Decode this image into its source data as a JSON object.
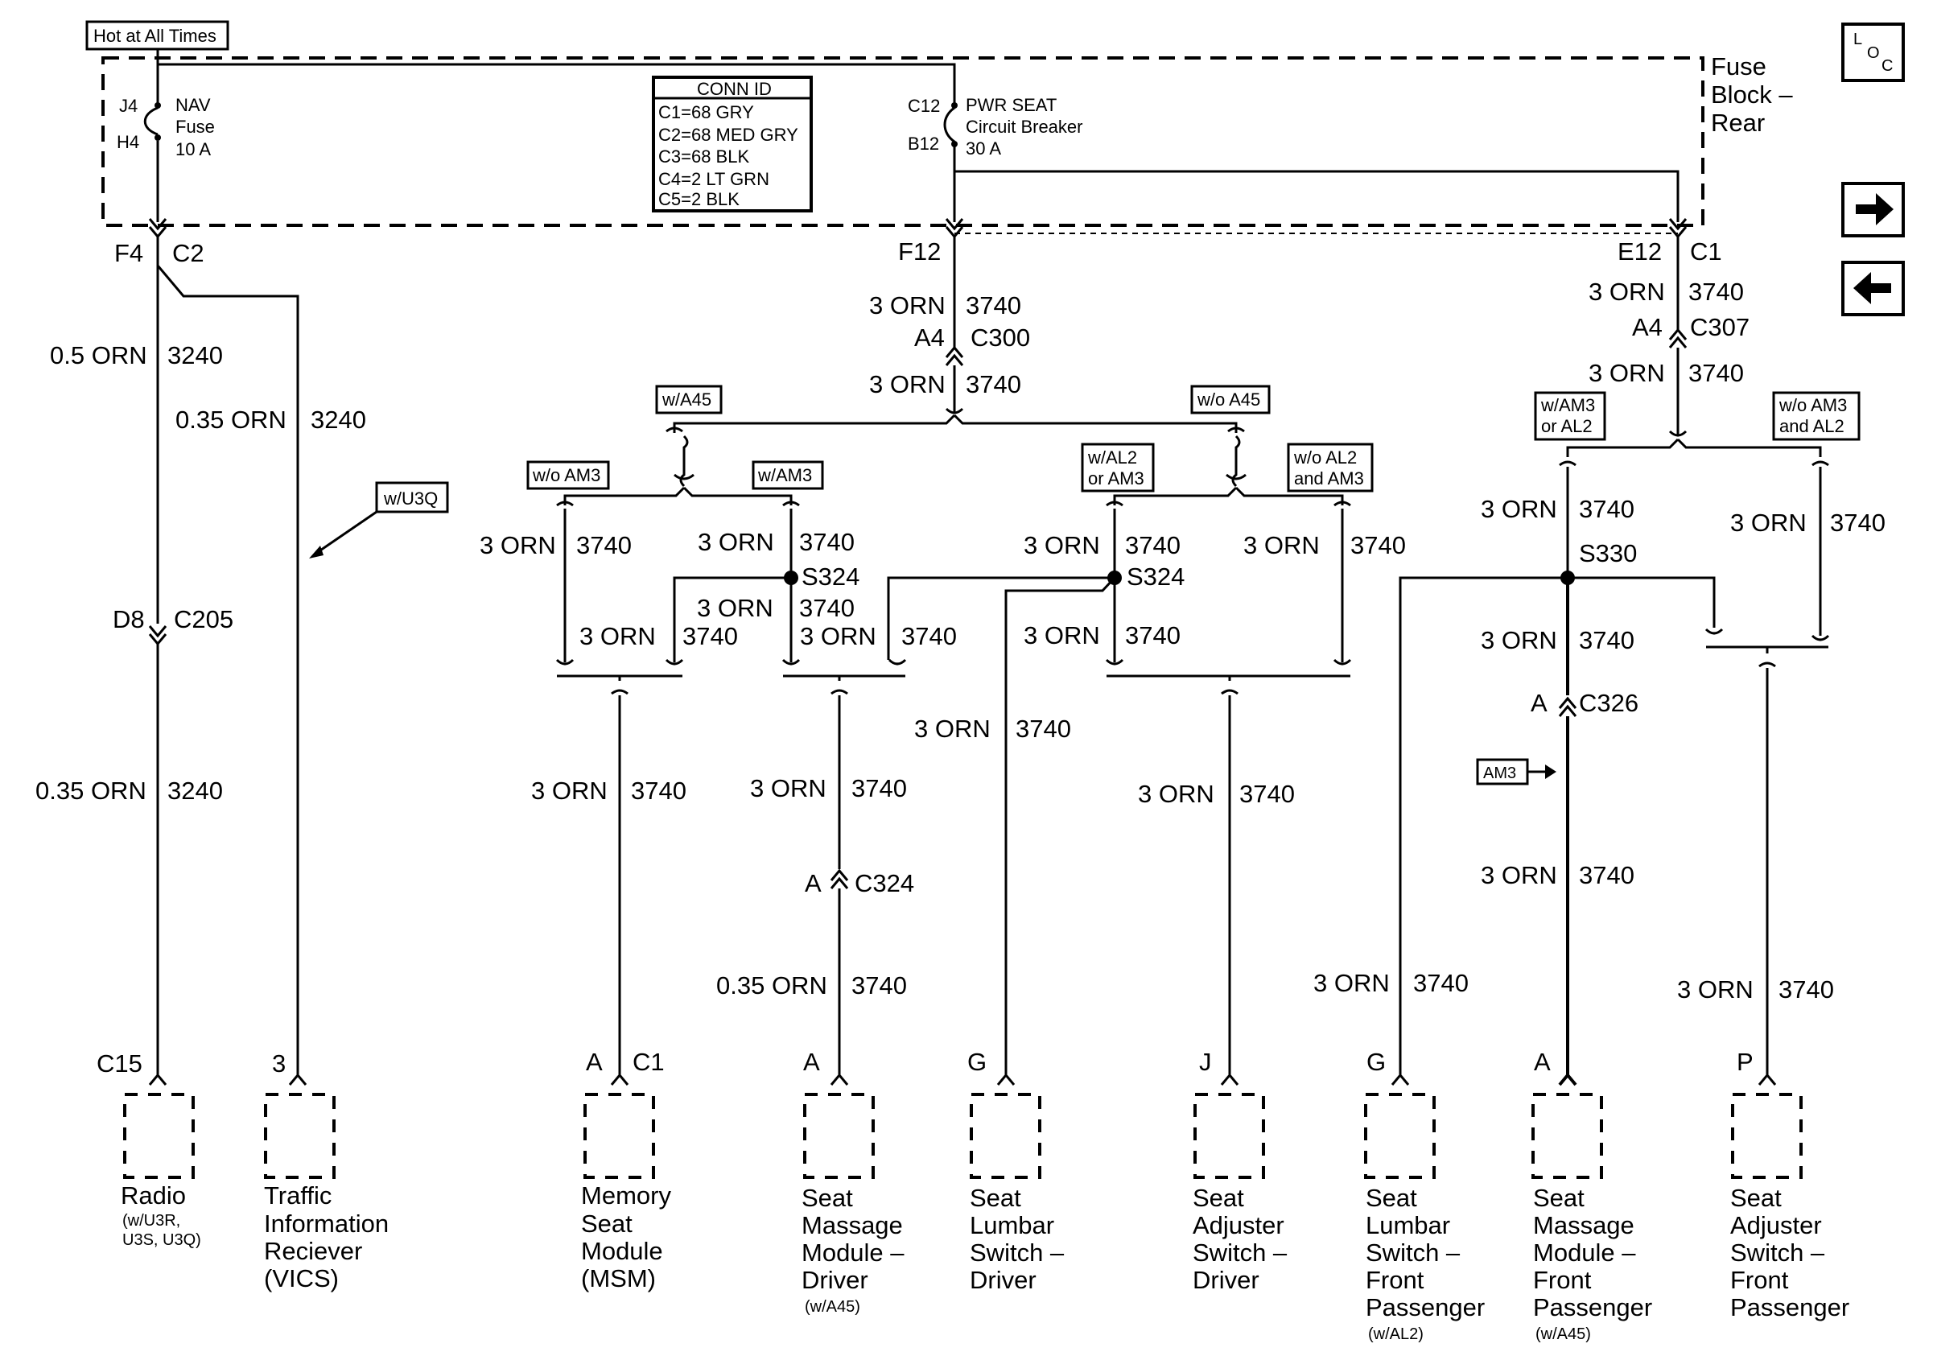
{
  "source": {
    "hot_label": "Hot at All Times",
    "fuse_block": [
      "Fuse",
      "Block –",
      "Rear"
    ],
    "nav_fuse": {
      "pin_top": "J4",
      "pin_bottom": "H4",
      "name": [
        "NAV",
        "Fuse",
        "10 A"
      ]
    },
    "cb": {
      "pin_top": "C12",
      "pin_bottom": "B12",
      "name": [
        "PWR SEAT",
        "Circuit Breaker",
        "30 A"
      ]
    },
    "conn_id": {
      "title": "CONN ID",
      "rows": [
        "C1=68 GRY",
        "C2=68 MED GRY",
        "C3=68 BLK",
        "C4=2 LT GRN",
        "C5=2 BLK"
      ]
    }
  },
  "nav": {
    "icons": {
      "loc": [
        "L",
        "O",
        "C"
      ]
    },
    "next_icon": "right-arrow-icon",
    "prev_icon": "left-arrow-icon"
  },
  "labels": {
    "f4": "F4",
    "c2": "C2",
    "f12": "F12",
    "e12": "E12",
    "c1": "C1",
    "w05": "0.5 ORN",
    "c3240a": "3240",
    "w035": "0.35 ORN",
    "c3240b": "3240",
    "wu3q": "w/U3Q",
    "d8": "D8",
    "c205": "C205",
    "w035b": "0.35 ORN",
    "c3240c": "3240",
    "c15": "C15",
    "p3": "3",
    "o3_f12": "3 ORN",
    "n3740_f12": "3740",
    "a4_c300": "A4",
    "c300": "C300",
    "o3_c300": "3 ORN",
    "n3740_c300": "3740",
    "o3_e12": "3 ORN",
    "n3740_e12": "3740",
    "a4_c307": "A4",
    "c307": "C307",
    "o3_c307": "3 ORN",
    "n3740_c307": "3740",
    "wa45": "w/A45",
    "woa45": "w/o A45",
    "woam3": "w/o AM3",
    "wam3": "w/AM3",
    "wal2": [
      "w/AL2",
      "or AM3"
    ],
    "woal2": [
      "w/o AL2",
      "and AM3"
    ],
    "wam3al2": [
      "w/AM3",
      "or AL2"
    ],
    "woam3al2": [
      "w/o AM3",
      "and AL2"
    ],
    "o3_l1": "3 ORN",
    "n3740_l1": "3740",
    "o3_l2": "3 ORN",
    "n3740_l2": "3740",
    "s324a": "S324",
    "o3_l2b": "3 ORN",
    "n3740_l2b": "3740",
    "o3_l1b": "3 ORN",
    "n3740_l1b": "3740",
    "o3_l2c": "3 ORN",
    "n3740_l2c": "3740",
    "o3_r1": "3 ORN",
    "n3740_r1": "3740",
    "s324b": "S324",
    "o3_r2": "3 ORN",
    "n3740_r2": "3740",
    "o3_r1b": "3 ORN",
    "n3740_r1b": "3740",
    "o3_pa": "3 ORN",
    "n3740_pa": "3740",
    "s330": "S330",
    "o3_pb": "3 ORN",
    "n3740_pb": "3740",
    "o3_pa2": "3 ORN",
    "n3740_pa2": "3740",
    "a_c326": "A",
    "c326": "C326",
    "am3": "AM3",
    "o3_pa3": "3 ORN",
    "n3740_pa3": "3740",
    "o3_msm": "3 ORN",
    "n3740_msm": "3740",
    "o3_smd": "3 ORN",
    "n3740_smd": "3740",
    "a_c324": "A",
    "c324": "C324",
    "w035_smd": "0.35 ORN",
    "n3740_smd2": "3740",
    "o3_slsd": "3 ORN",
    "n3740_slsd": "3740",
    "o3_sasd": "3 ORN",
    "n3740_sasd": "3740",
    "o3_slsp": "3 ORN",
    "n3740_slsp": "3740",
    "o3_sasp": "3 ORN",
    "n3740_sasp": "3740",
    "pin_msm_a": "A",
    "pin_msm_c1": "C1",
    "pin_smd": "A",
    "pin_slsd": "G",
    "pin_sasd": "J",
    "pin_slsp": "G",
    "pin_smp": "A",
    "pin_sasp": "P"
  },
  "components": {
    "radio": {
      "name": [
        "Radio"
      ],
      "sub": [
        "(w/U3R,",
        "U3S, U3Q)"
      ]
    },
    "vics": {
      "name": [
        "Traffic",
        "Information",
        "Reciever",
        "(VICS)"
      ]
    },
    "msm": {
      "name": [
        "Memory",
        "Seat",
        "Module",
        "(MSM)"
      ]
    },
    "smd": {
      "name": [
        "Seat",
        "Massage",
        "Module –",
        "Driver"
      ],
      "sub": [
        "(w/A45)"
      ]
    },
    "slsd": {
      "name": [
        "Seat",
        "Lumbar",
        "Switch –",
        "Driver"
      ]
    },
    "sasd": {
      "name": [
        "Seat",
        "Adjuster",
        "Switch –",
        "Driver"
      ]
    },
    "slsp": {
      "name": [
        "Seat",
        "Lumbar",
        "Switch –",
        "Front",
        "Passenger"
      ],
      "sub": [
        "(w/AL2)"
      ]
    },
    "smp": {
      "name": [
        "Seat",
        "Massage",
        "Module –",
        "Front",
        "Passenger"
      ],
      "sub": [
        "(w/A45)"
      ]
    },
    "sasp": {
      "name": [
        "Seat",
        "Adjuster",
        "Switch –",
        "Front",
        "Passenger"
      ]
    }
  }
}
